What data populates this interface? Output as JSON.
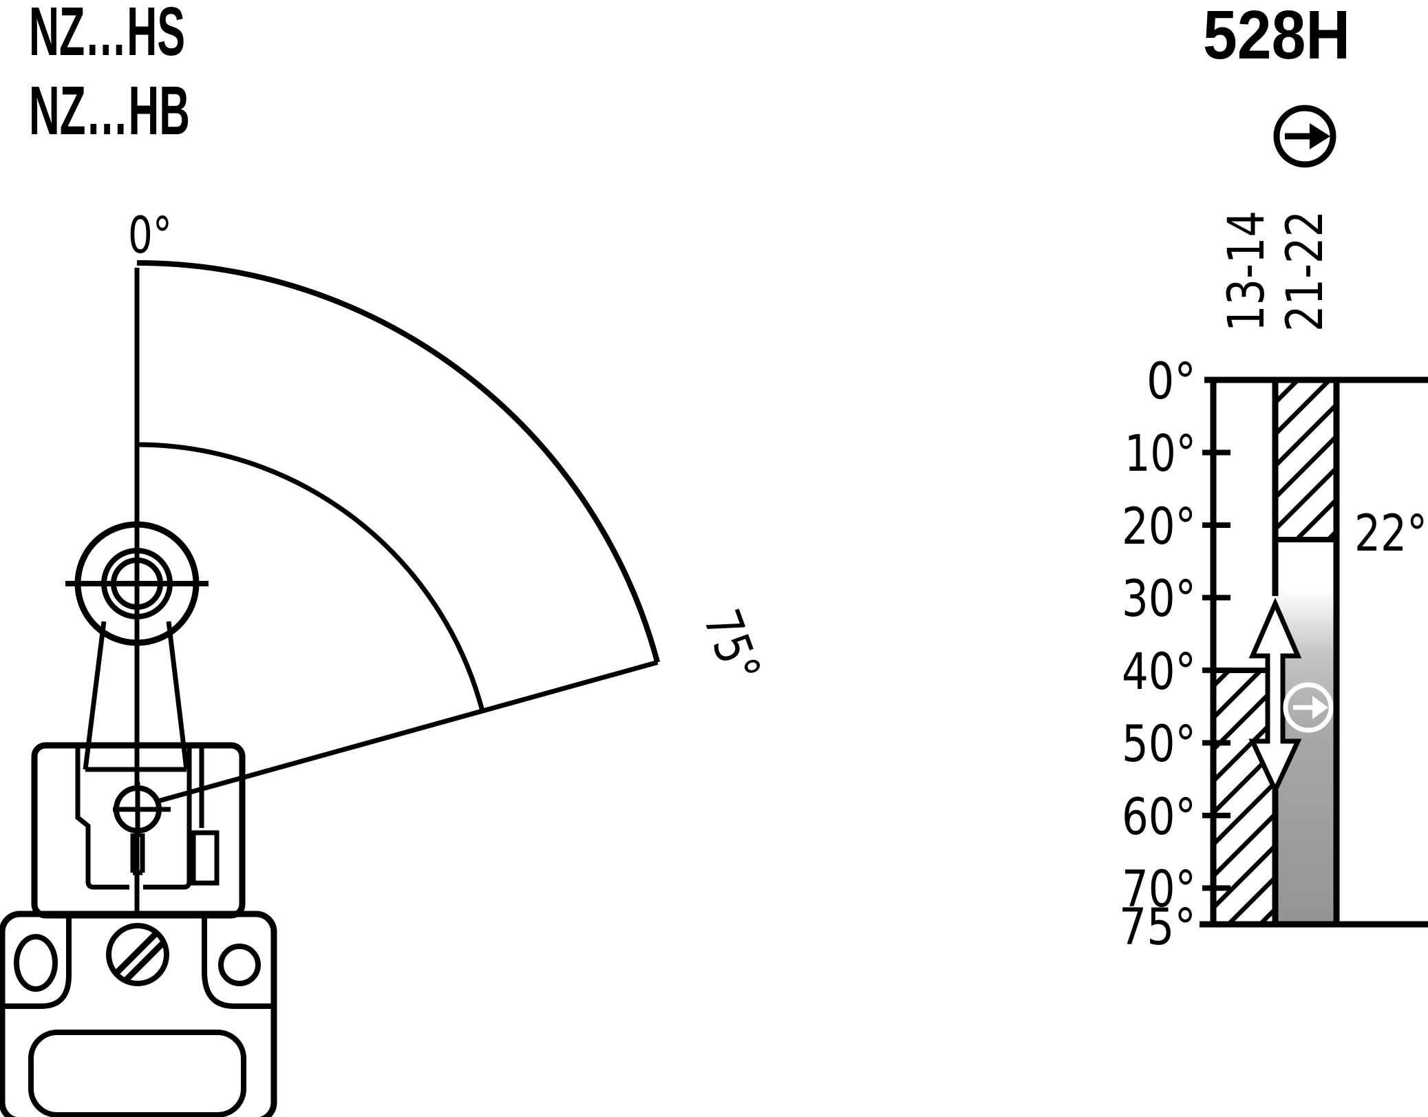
{
  "header": {
    "model_line1": "NZ…HS",
    "model_line2": "NZ…HB",
    "drawing_number": "528H"
  },
  "icons": {
    "rotary_actuation_icon": "circled-right-arrow",
    "positive_opening_icon": "circled-right-arrow-inverse"
  },
  "lever_diagram": {
    "start_angle_label": "0°",
    "end_angle_label": "75°",
    "actuation_range_deg": [
      0,
      75
    ]
  },
  "travel_chart": {
    "axis_range_deg": [
      0,
      75
    ],
    "axis_ticks": [
      "0°",
      "10°",
      "20°",
      "30°",
      "40°",
      "50°",
      "60°",
      "70°",
      "75°"
    ],
    "switch_point_label": "22°",
    "switch_point_deg": 22,
    "contact_columns": [
      {
        "label": "13-14",
        "state": "hatched-closed",
        "closed_from_deg": 40,
        "closed_to_deg": 75
      },
      {
        "label": "21-22",
        "state": "hatched-closed",
        "closed_from_deg": 0,
        "closed_to_deg": 22
      }
    ],
    "colors": {
      "line": "#000000",
      "positive_opening_gray": "#949494",
      "background": "#ffffff"
    }
  }
}
